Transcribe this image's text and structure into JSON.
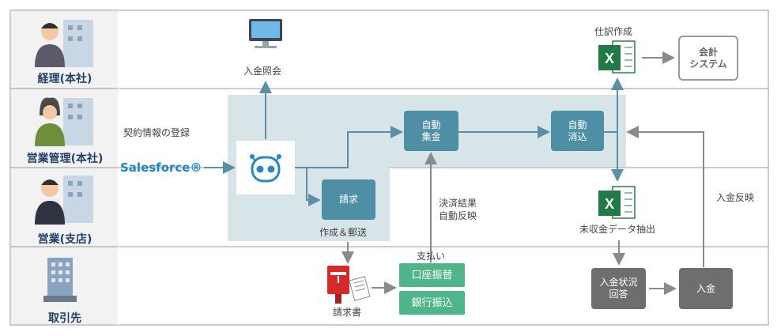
{
  "lanes": [
    {
      "label": "経理(本社)"
    },
    {
      "label": "営業管理(本社)"
    },
    {
      "label": "営業(支店)"
    },
    {
      "label": "取引先"
    }
  ],
  "nodes": {
    "seikyu": "請求",
    "jido_shukin_1": "自動",
    "jido_shukin_2": "集金",
    "jido_keshikomi_1": "自動",
    "jido_keshikomi_2": "消込",
    "kaikei_1": "会計",
    "kaikei_2": "システム",
    "koza_furikae": "口座振替",
    "ginko_furikomi": "銀行振込",
    "nyukin_jokyo_1": "入金状況",
    "nyukin_jokyo_2": "回答",
    "nyukin": "入金"
  },
  "labels": {
    "nyukin_shokai": "入金照会",
    "keiyaku": "契約情報の登録",
    "salesforce": "Salesforce®",
    "sakusei_yuso": "作成＆郵送",
    "kessai_1": "決済結果",
    "kessai_2": "自動反映",
    "shiharai": "支払い",
    "seikyusho": "請求書",
    "shiwake": "仕訳作成",
    "mishukin": "未収金データ抽出",
    "nyukin_hanei": "入金反映"
  },
  "icons": [
    "person-accounting-icon",
    "person-sales-admin-icon",
    "person-sales-branch-icon",
    "office-building-icon",
    "monitor-icon",
    "robot-icon",
    "excel-icon",
    "mailbox-icon",
    "invoice-paper-icon"
  ],
  "colors": {
    "lane_text": "#23406b",
    "teal": "#4f8fa5",
    "green": "#4fb58a",
    "gray": "#6e6e6e",
    "highlight": "#d7e5e8",
    "arrow": "#5b8fa8",
    "arrow_gray": "#8a8a8a"
  }
}
